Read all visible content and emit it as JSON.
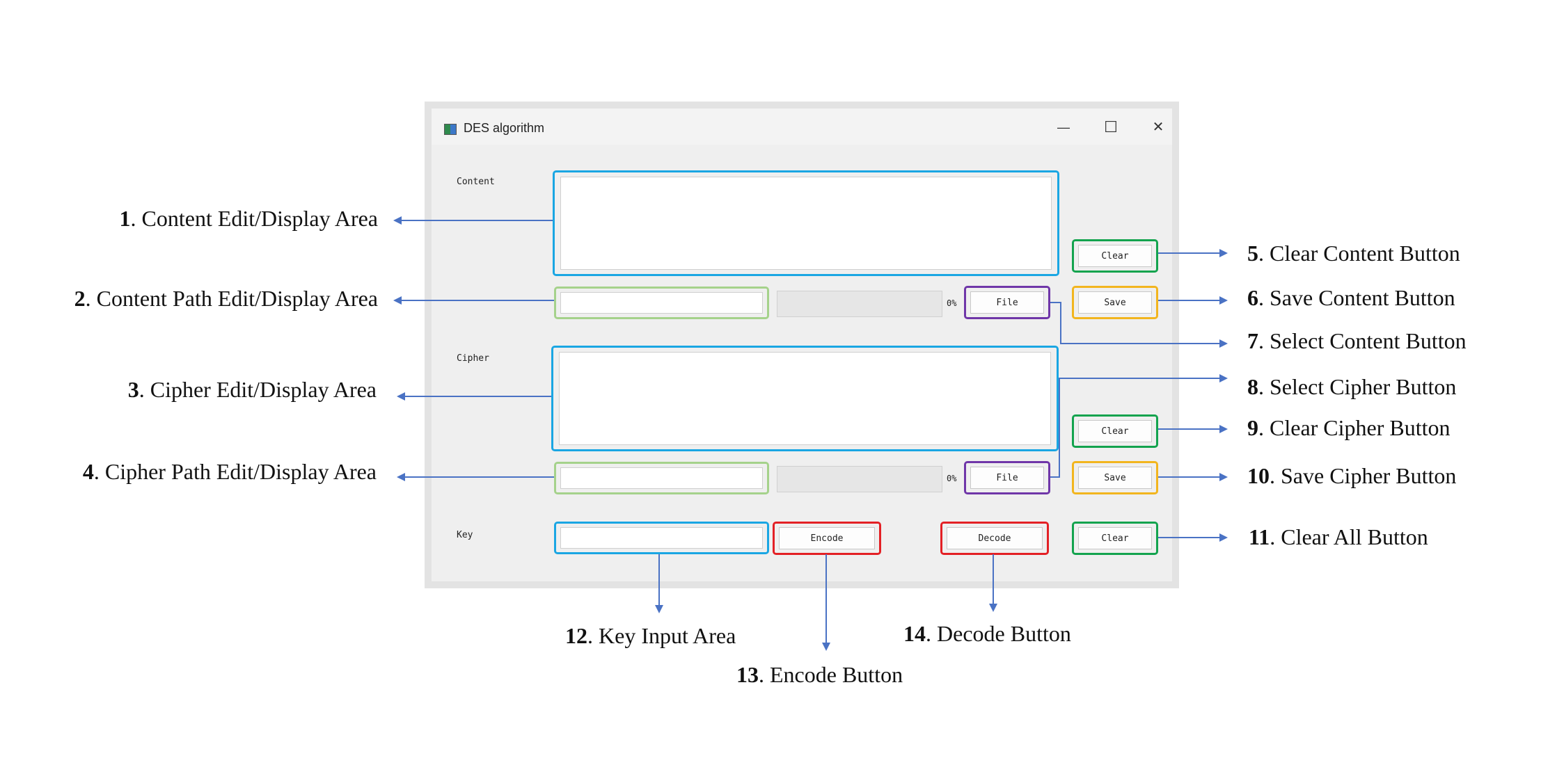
{
  "window": {
    "title": "DES algorithm",
    "minimize_glyph": "—",
    "maximize_glyph": "☐",
    "close_glyph": "✕"
  },
  "form": {
    "content_label": "Content",
    "cipher_label": "Cipher",
    "key_label": "Key",
    "content_progress": "0%",
    "cipher_progress": "0%",
    "content_file_button": "File",
    "cipher_file_button": "File",
    "content_clear_button": "Clear",
    "content_save_button": "Save",
    "cipher_clear_button": "Clear",
    "cipher_save_button": "Save",
    "encode_button": "Encode",
    "decode_button": "Decode",
    "clear_all_button": "Clear"
  },
  "annotations": [
    {
      "num": "1",
      "text": ". Content Edit/Display Area"
    },
    {
      "num": "2",
      "text": ". Content Path Edit/Display Area"
    },
    {
      "num": "3",
      "text": ". Cipher Edit/Display Area"
    },
    {
      "num": "4",
      "text": ". Cipher Path Edit/Display Area"
    },
    {
      "num": "5",
      "text": ".  Clear Content Button"
    },
    {
      "num": "6",
      "text": ".  Save Content Button"
    },
    {
      "num": "7",
      "text": ".  Select Content Button"
    },
    {
      "num": "8",
      "text": ".  Select Cipher Button"
    },
    {
      "num": "9",
      "text": ".  Clear Cipher Button"
    },
    {
      "num": "10",
      "text": ". Save Cipher Button"
    },
    {
      "num": "11",
      "text": ". Clear All Button"
    },
    {
      "num": "12",
      "text": ". Key Input Area"
    },
    {
      "num": "13",
      "text": ". Encode Button"
    },
    {
      "num": "14",
      "text": ". Decode Button"
    }
  ],
  "colors": {
    "blue": "#1aa6e3",
    "green_light": "#a5d28b",
    "purple": "#6f36a8",
    "green": "#13a34e",
    "yellow": "#f2b51e",
    "red": "#e32025",
    "arrow": "#4a72c4"
  }
}
